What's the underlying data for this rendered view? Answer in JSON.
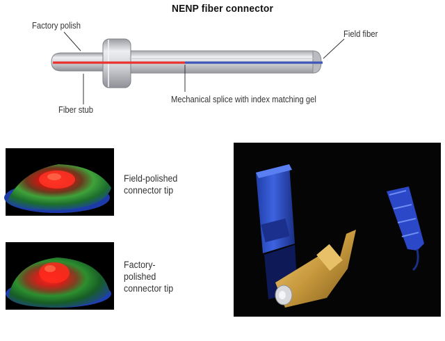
{
  "diagram": {
    "title": "NENP fiber connector",
    "labels": {
      "factory_polish": "Factory polish",
      "field_fiber": "Field fiber",
      "fiber_stub": "Fiber stub",
      "mechanical_splice": "Mechanical splice with index matching gel"
    },
    "colors": {
      "stub_fiber": "#e8322e",
      "field_fiber": "#3d56b8",
      "ferrule": "#c9cbd0",
      "photo_background": "#050505"
    }
  },
  "tips": [
    {
      "caption": [
        "Field-polished",
        "connector tip"
      ]
    },
    {
      "caption": [
        "Factory-",
        "polished",
        "connector tip"
      ]
    }
  ]
}
